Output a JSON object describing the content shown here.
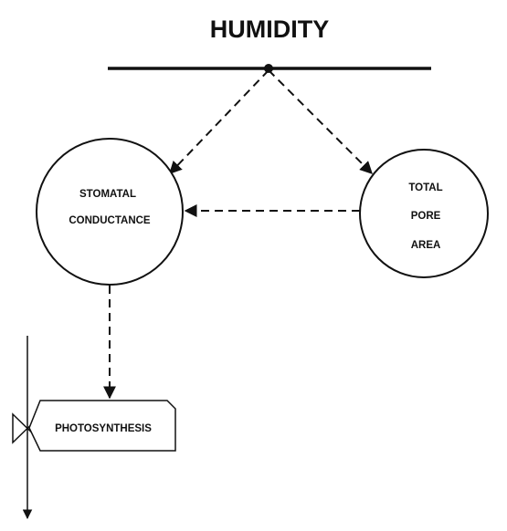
{
  "title": "HUMIDITY",
  "nodes": {
    "stomatal_conductance": {
      "line1": "STOMATAL",
      "line2": "CONDUCTANCE"
    },
    "total_pore_area": {
      "line1": "TOTAL",
      "line2": "PORE",
      "line3": "AREA"
    },
    "photosynthesis": {
      "label": "PHOTOSYNTHESIS"
    }
  },
  "colors": {
    "ink": "#111111",
    "background": "#ffffff"
  }
}
